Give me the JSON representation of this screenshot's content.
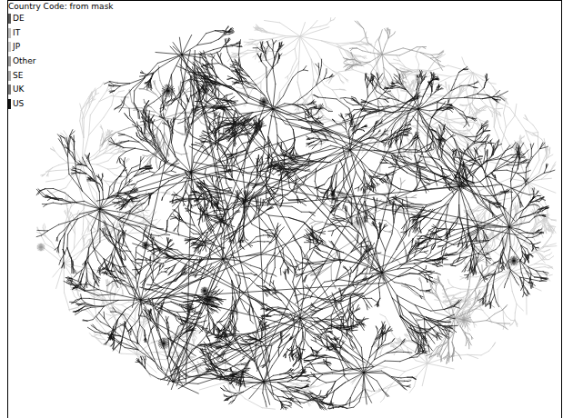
{
  "diagram": {
    "title": "Country Code: from mask",
    "legend": [
      {
        "text": "DE",
        "color": "#555555"
      },
      {
        "text": "IT",
        "color": "#b8b8b8"
      },
      {
        "text": "JP",
        "color": "#c8c8c8"
      },
      {
        "text": "Other",
        "color": "#999999"
      },
      {
        "text": "SE",
        "color": "#a8a8a8"
      },
      {
        "text": "UK",
        "color": "#777777"
      },
      {
        "text": "US",
        "color": "#111111"
      }
    ]
  }
}
